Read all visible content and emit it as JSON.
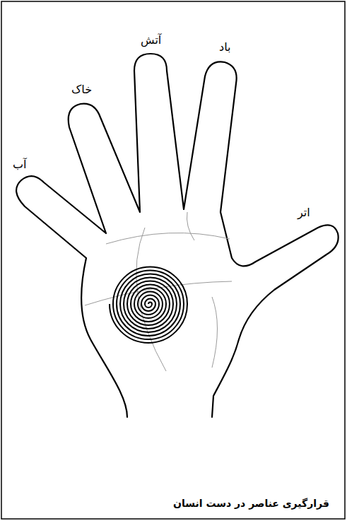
{
  "diagram": {
    "caption": "قرارگیری عناصر در دست انسان",
    "labels": [
      "آب",
      "خاک",
      "آتش",
      "باد",
      "اتر"
    ]
  }
}
